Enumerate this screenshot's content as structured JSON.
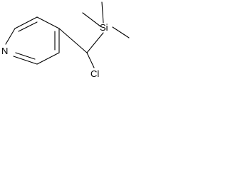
{
  "diagram": {
    "atoms": {
      "nitrogen": "N",
      "silicon": "Si",
      "chlorine": "Cl"
    },
    "colors": {
      "bond": "#000000",
      "label": "#000000",
      "background": "#ffffff"
    }
  }
}
